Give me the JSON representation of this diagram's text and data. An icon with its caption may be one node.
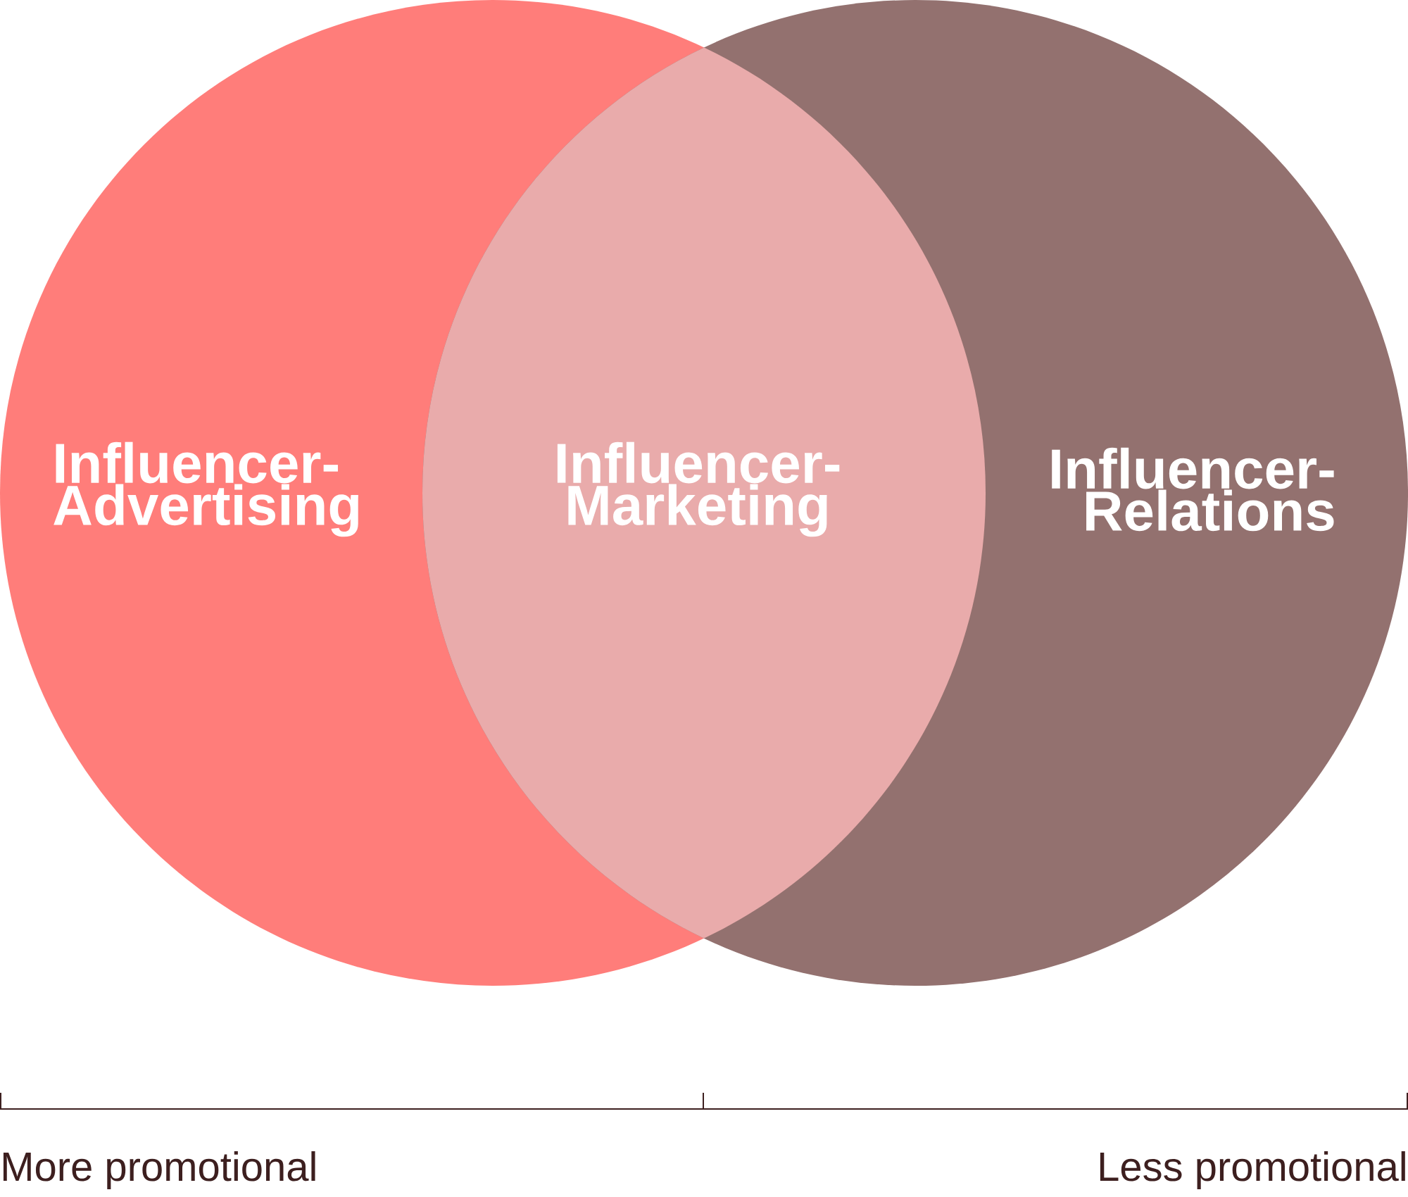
{
  "diagram": {
    "nodes": [
      {
        "text": [
          "Influencer-Advertising"
        ]
      },
      {
        "text": [
          "Influencer-Marketing"
        ]
      },
      {
        "text": [
          "Influencer-Relations"
        ]
      }
    ],
    "labels": [
      "More promotional",
      "Less promotional"
    ]
  }
}
